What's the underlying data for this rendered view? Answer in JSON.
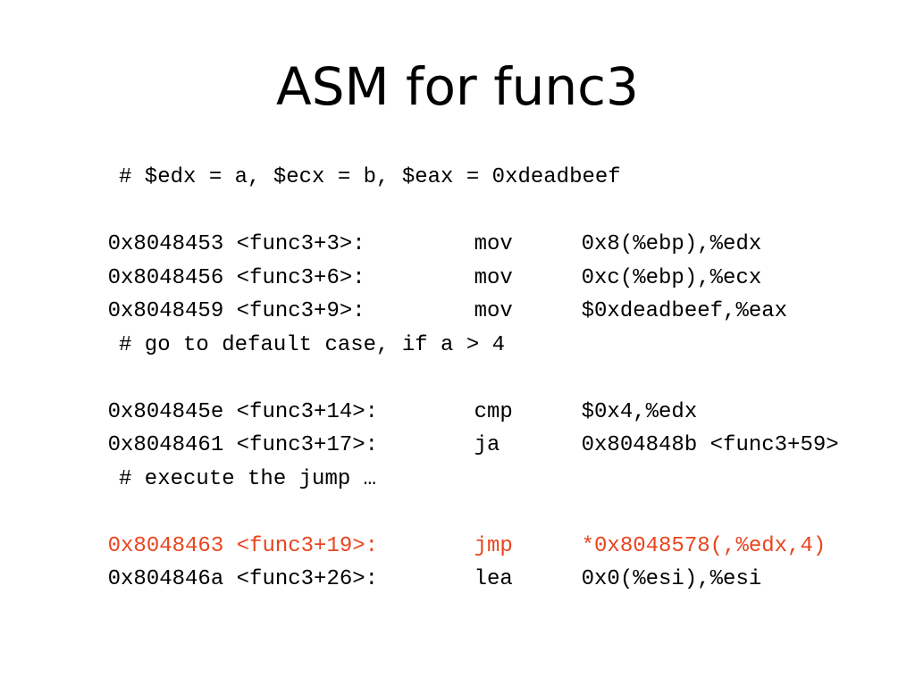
{
  "title": "ASM for func3",
  "colors": {
    "text": "#000000",
    "highlight": "#e8451f",
    "background": "#ffffff"
  },
  "lines": [
    {
      "type": "comment",
      "text": "# $edx = a, $ecx = b, $eax = 0xdeadbeef"
    },
    {
      "type": "code",
      "addr": "0x8048453 <func3+3>:",
      "op": "mov",
      "args": "0x8(%ebp),%edx"
    },
    {
      "type": "code",
      "addr": "0x8048456 <func3+6>:",
      "op": "mov",
      "args": "0xc(%ebp),%ecx"
    },
    {
      "type": "code",
      "addr": "0x8048459 <func3+9>:",
      "op": "mov",
      "args": "$0xdeadbeef,%eax"
    },
    {
      "type": "blank"
    },
    {
      "type": "comment",
      "text": "# go to default case, if a > 4"
    },
    {
      "type": "code",
      "addr": "0x804845e <func3+14>:",
      "op": "cmp",
      "args": "$0x4,%edx"
    },
    {
      "type": "code",
      "addr": "0x8048461 <func3+17>:",
      "op": "ja",
      "args": "0x804848b <func3+59>"
    },
    {
      "type": "blank"
    },
    {
      "type": "comment",
      "text": "# execute the jump …"
    },
    {
      "type": "code",
      "highlight": true,
      "addr": "0x8048463 <func3+19>:",
      "op": "jmp",
      "args": "*0x8048578(,%edx,4)"
    },
    {
      "type": "code",
      "addr": "0x804846a <func3+26>:",
      "op": "lea",
      "args": "0x0(%esi),%esi"
    }
  ]
}
